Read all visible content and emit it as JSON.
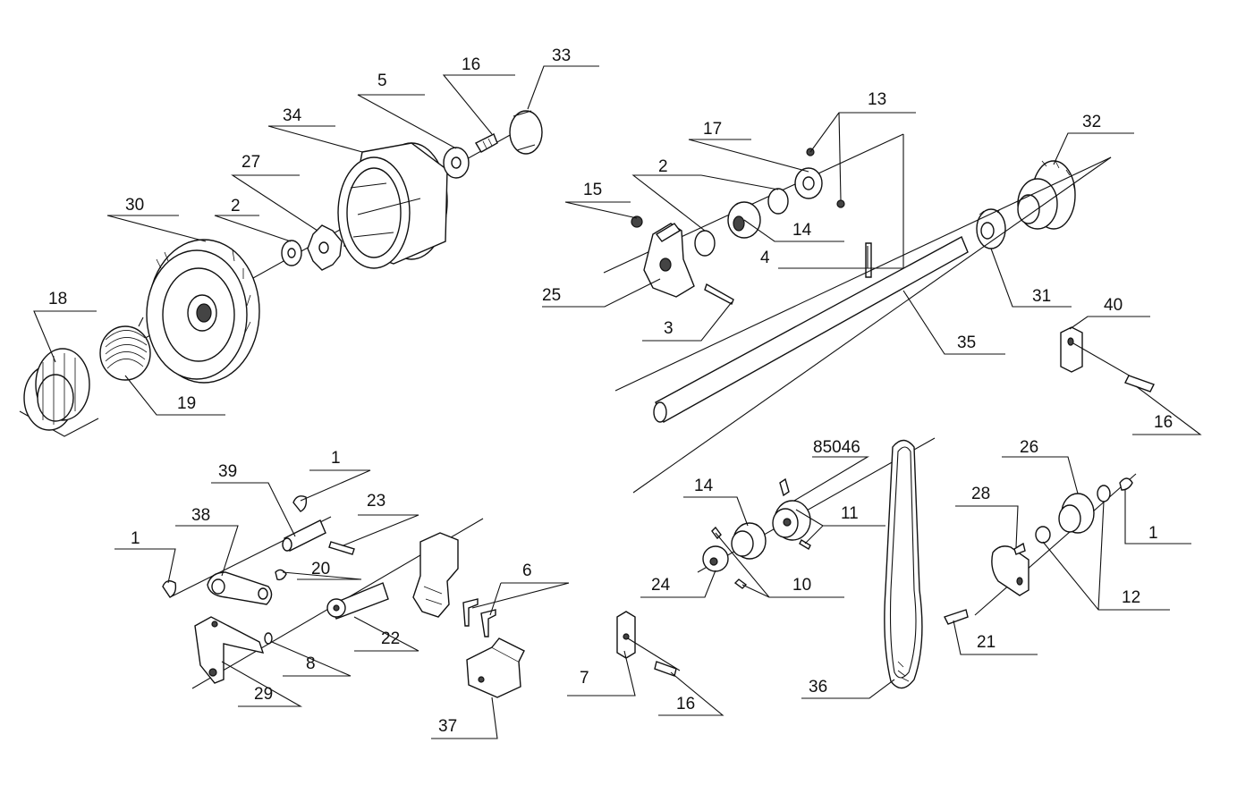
{
  "callouts": [
    {
      "id": "c33",
      "label": "33"
    },
    {
      "id": "c16a",
      "label": "16"
    },
    {
      "id": "c5",
      "label": "5"
    },
    {
      "id": "c34",
      "label": "34"
    },
    {
      "id": "c27",
      "label": "27"
    },
    {
      "id": "c30",
      "label": "30"
    },
    {
      "id": "c2a",
      "label": "2"
    },
    {
      "id": "c18",
      "label": "18"
    },
    {
      "id": "c19",
      "label": "19"
    },
    {
      "id": "c13",
      "label": "13"
    },
    {
      "id": "c17",
      "label": "17"
    },
    {
      "id": "c2b",
      "label": "2"
    },
    {
      "id": "c15",
      "label": "15"
    },
    {
      "id": "c14a",
      "label": "14"
    },
    {
      "id": "c4",
      "label": "4"
    },
    {
      "id": "c25",
      "label": "25"
    },
    {
      "id": "c3",
      "label": "3"
    },
    {
      "id": "c32",
      "label": "32"
    },
    {
      "id": "c31",
      "label": "31"
    },
    {
      "id": "c35",
      "label": "35"
    },
    {
      "id": "c40",
      "label": "40"
    },
    {
      "id": "c16b",
      "label": "16"
    },
    {
      "id": "c85046",
      "label": "85046"
    },
    {
      "id": "c14b",
      "label": "14"
    },
    {
      "id": "c11",
      "label": "11"
    },
    {
      "id": "c10",
      "label": "10"
    },
    {
      "id": "c24",
      "label": "24"
    },
    {
      "id": "c26",
      "label": "26"
    },
    {
      "id": "c28",
      "label": "28"
    },
    {
      "id": "c1c",
      "label": "1"
    },
    {
      "id": "c12",
      "label": "12"
    },
    {
      "id": "c21",
      "label": "21"
    },
    {
      "id": "c36",
      "label": "36"
    },
    {
      "id": "c7",
      "label": "7"
    },
    {
      "id": "c16c",
      "label": "16"
    },
    {
      "id": "c39",
      "label": "39"
    },
    {
      "id": "c1a",
      "label": "1"
    },
    {
      "id": "c23",
      "label": "23"
    },
    {
      "id": "c38",
      "label": "38"
    },
    {
      "id": "c1b",
      "label": "1"
    },
    {
      "id": "c20",
      "label": "20"
    },
    {
      "id": "c6",
      "label": "6"
    },
    {
      "id": "c22",
      "label": "22"
    },
    {
      "id": "c8",
      "label": "8"
    },
    {
      "id": "c29",
      "label": "29"
    },
    {
      "id": "c37",
      "label": "37"
    }
  ]
}
